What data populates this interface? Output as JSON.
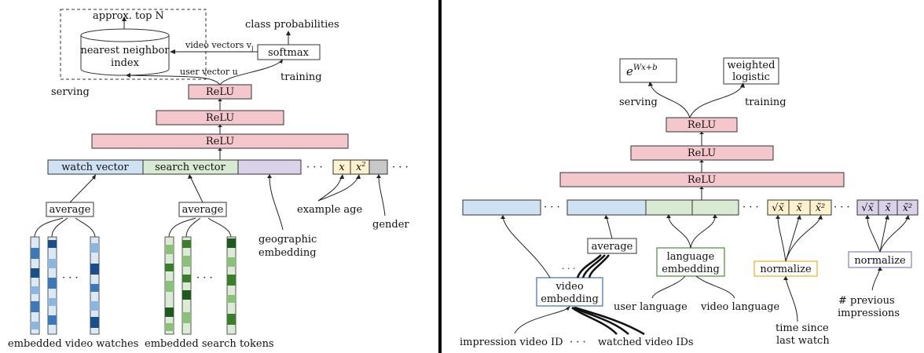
{
  "left": {
    "approx_top_n": "approx. top N",
    "nearest_neighbor": "nearest neighbor",
    "index": "index",
    "class_probabilities": "class probabilities",
    "video_vectors": "video vectors v",
    "video_vectors_sub": "j",
    "softmax": "softmax",
    "user_vector": "user vector u",
    "serving": "serving",
    "training": "training",
    "relu": "ReLU",
    "watch_vector": "watch vector",
    "search_vector": "search vector",
    "x": "x",
    "x2": "x",
    "x2_sup": "2",
    "average": "average",
    "example_age": "example age",
    "gender": "gender",
    "geographic": "geographic",
    "embedding": "embedding",
    "embedded_video_watches": "embedded video watches",
    "embedded_search_tokens": "embedded search tokens"
  },
  "right": {
    "exp_base": "e",
    "exp_power": "Wx+b",
    "weighted": "weighted",
    "logistic": "logistic",
    "serving": "serving",
    "training": "training",
    "relu": "ReLU",
    "average": "average",
    "language": "language",
    "embedding": "embedding",
    "normalize_1": "normalize",
    "normalize_2": "normalize",
    "video": "video",
    "video_embedding_2": "embedding",
    "user_language": "user language",
    "video_language": "video language",
    "time_since": "time since",
    "last_watch": "last watch",
    "previous": "# previous",
    "impressions": "impressions",
    "impression_video_id": "impression video ID",
    "watched_video_ids": "watched video IDs",
    "sqrt_x": "√x̃",
    "x_tilde": "x̃",
    "x_tilde_sq": "x̃²"
  },
  "colors": {
    "relu": "#f4c7cd",
    "watch": "#cfe2f3",
    "search": "#d9ead3",
    "geo": "#d9d2e9",
    "yellow": "#fff2cc",
    "gray": "#c8c8c8",
    "blue_dark": "#0b3b6e",
    "green_dark": "#1e5a1e"
  }
}
